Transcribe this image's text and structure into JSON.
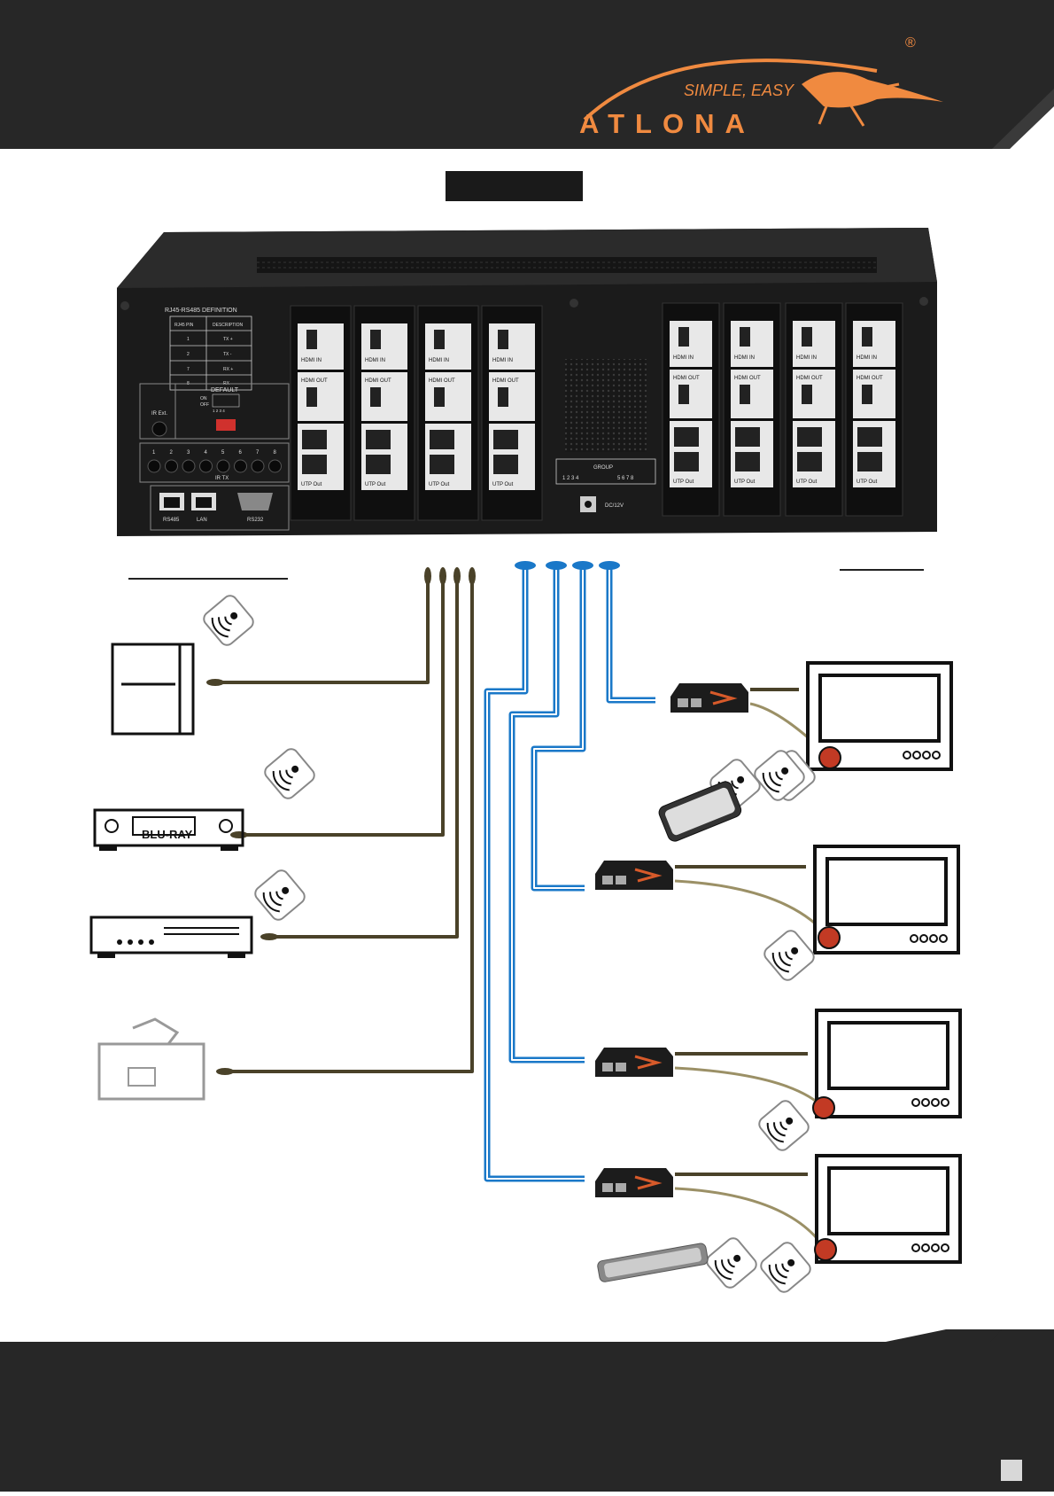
{
  "header": {
    "tagline": "SIMPLE, EASY",
    "brand": "ATLONA",
    "registered_mark": "®"
  },
  "diagram": {
    "title": "",
    "input_section_label": "",
    "output_section_label": "",
    "device": {
      "rs_table_title": "RJ45-RS485 DEFINITION",
      "rs_table_headers": [
        "RJ45 PIN",
        "DESCRIPTION"
      ],
      "rs_table_rows": [
        [
          "1",
          "TX +"
        ],
        [
          "2",
          "TX -"
        ],
        [
          "7",
          "RX +"
        ],
        [
          "8",
          "RX -"
        ]
      ],
      "default_label": "DEFAULT",
      "dip_on_label": "ON",
      "dip_off_label": "OFF",
      "dip_numbers": "1 2 3 4",
      "ir_ext_label": "IR Ext.",
      "ir_tx_label": "IR TX",
      "ir_tx_numbers": [
        "1",
        "2",
        "3",
        "4",
        "5",
        "6",
        "7",
        "8"
      ],
      "port_rs485": "RS485",
      "port_lan": "LAN",
      "port_rs232": "RS232",
      "hdmi_in_label": "HDMI IN",
      "hdmi_out_label": "HDMI OUT",
      "utp_out_label": "UTP Out",
      "group_label": "GROUP",
      "group_left": "1 2 3 4",
      "group_right": "5 6 7 8",
      "dc_label": "DC/12V"
    },
    "sources": {
      "bluray_label": "BLU-RAY"
    }
  },
  "footer": {
    "text": "",
    "page_number": ""
  },
  "colors": {
    "header_bg": "#272727",
    "brand_orange": "#f08a40",
    "hdmi_cable": "#4a4229",
    "ir_cable": "#9b9066",
    "utp_cable": "#1a78c8",
    "device_bg": "#1b1b1b"
  }
}
